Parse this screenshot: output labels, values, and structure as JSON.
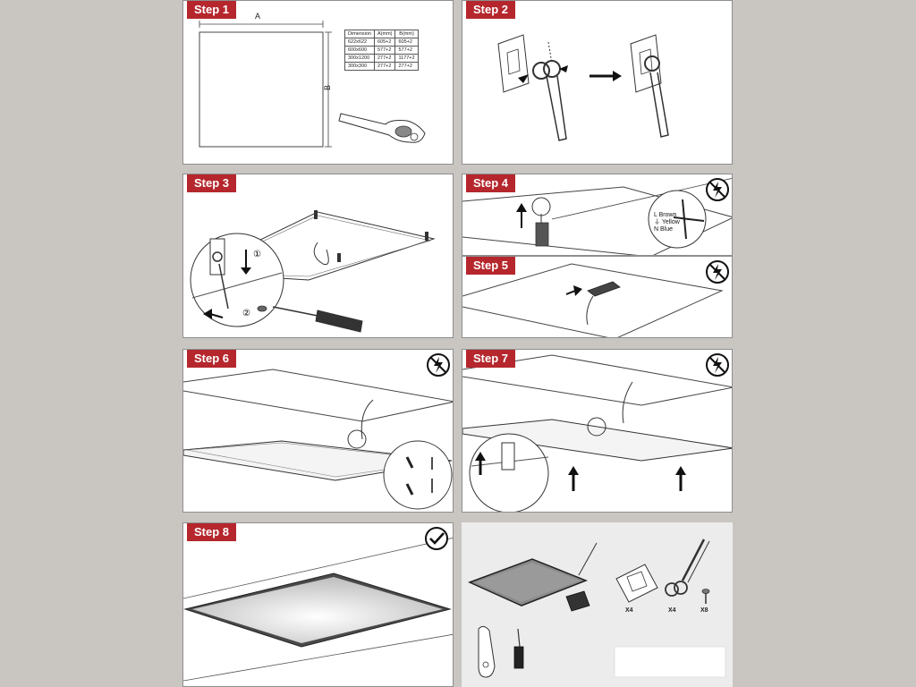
{
  "steps": {
    "s1": "Step 1",
    "s2": "Step 2",
    "s3": "Step 3",
    "s4": "Step 4",
    "s5": "Step 5",
    "s6": "Step 6",
    "s7": "Step 7",
    "s8": "Step 8"
  },
  "step1": {
    "dim_a": "A",
    "dim_b": "B",
    "table": {
      "headers": [
        "Dimension",
        "A(mm)",
        "B(mm)"
      ],
      "rows": [
        [
          "622x622",
          "605+2",
          "605+2"
        ],
        [
          "600x600",
          "577+2",
          "577+2"
        ],
        [
          "300x1200",
          "277+2",
          "1177+2"
        ],
        [
          "300x300",
          "277+2",
          "277+2"
        ]
      ]
    }
  },
  "step3": {
    "num1": "①",
    "num2": "②"
  },
  "step4": {
    "wires": [
      {
        "code": "L",
        "name": "Brown"
      },
      {
        "code": "⏚",
        "name": "Yellow"
      },
      {
        "code": "N",
        "name": "Blue"
      }
    ]
  },
  "kit": {
    "qty_plates": "X4",
    "qty_springs": "X4",
    "qty_screws": "X8"
  },
  "symbols": {
    "no_power": "no-power-symbol",
    "done": "check-mark"
  }
}
